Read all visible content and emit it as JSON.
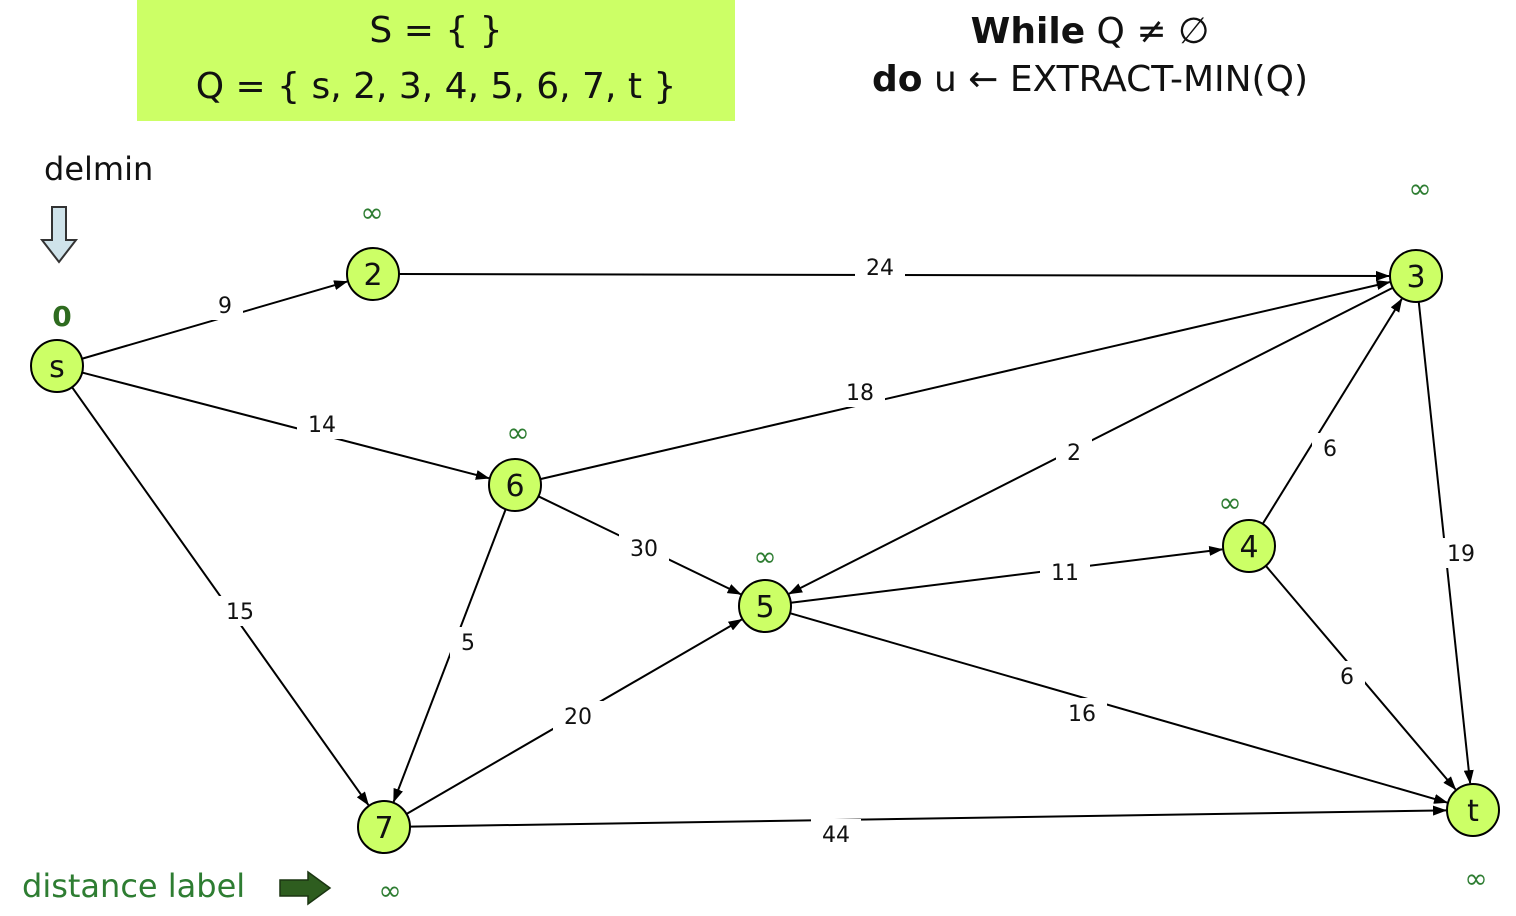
{
  "header": {
    "set_s": "S = {  }",
    "set_q": "Q = { s, 2, 3, 4, 5, 6, 7, t }"
  },
  "algorithm": {
    "line1_keyword": "While",
    "line1_rest": " Q ≠ ∅",
    "line2_keyword": "do",
    "line2_rest": " u ← EXTRACT-MIN(Q)"
  },
  "annotations": {
    "delmin": "delmin",
    "distance_label": "distance label"
  },
  "colors": {
    "node_fill": "#ccff66",
    "header_fill": "#ccff66",
    "distance_text": "#2e7d32",
    "delmin_arrow": "#cfe3ea",
    "distance_arrow": "#2e5d1f"
  },
  "nodes": [
    {
      "id": "s",
      "label": "s",
      "distance": "0"
    },
    {
      "id": "2",
      "label": "2",
      "distance": "∞"
    },
    {
      "id": "3",
      "label": "3",
      "distance": "∞"
    },
    {
      "id": "4",
      "label": "4",
      "distance": "∞"
    },
    {
      "id": "5",
      "label": "5",
      "distance": "∞"
    },
    {
      "id": "6",
      "label": "6",
      "distance": "∞"
    },
    {
      "id": "7",
      "label": "7",
      "distance": "∞"
    },
    {
      "id": "t",
      "label": "t",
      "distance": "∞"
    }
  ],
  "edges": [
    {
      "from": "s",
      "to": "2",
      "weight": "9"
    },
    {
      "from": "s",
      "to": "6",
      "weight": "14"
    },
    {
      "from": "s",
      "to": "7",
      "weight": "15"
    },
    {
      "from": "2",
      "to": "3",
      "weight": "24"
    },
    {
      "from": "6",
      "to": "3",
      "weight": "18"
    },
    {
      "from": "6",
      "to": "5",
      "weight": "30"
    },
    {
      "from": "6",
      "to": "7",
      "weight": "5"
    },
    {
      "from": "3",
      "to": "5",
      "weight": "2"
    },
    {
      "from": "3",
      "to": "t",
      "weight": "19"
    },
    {
      "from": "4",
      "to": "3",
      "weight": "6"
    },
    {
      "from": "4",
      "to": "t",
      "weight": "6"
    },
    {
      "from": "5",
      "to": "4",
      "weight": "11"
    },
    {
      "from": "5",
      "to": "t",
      "weight": "16"
    },
    {
      "from": "7",
      "to": "5",
      "weight": "20"
    },
    {
      "from": "7",
      "to": "t",
      "weight": "44"
    }
  ]
}
